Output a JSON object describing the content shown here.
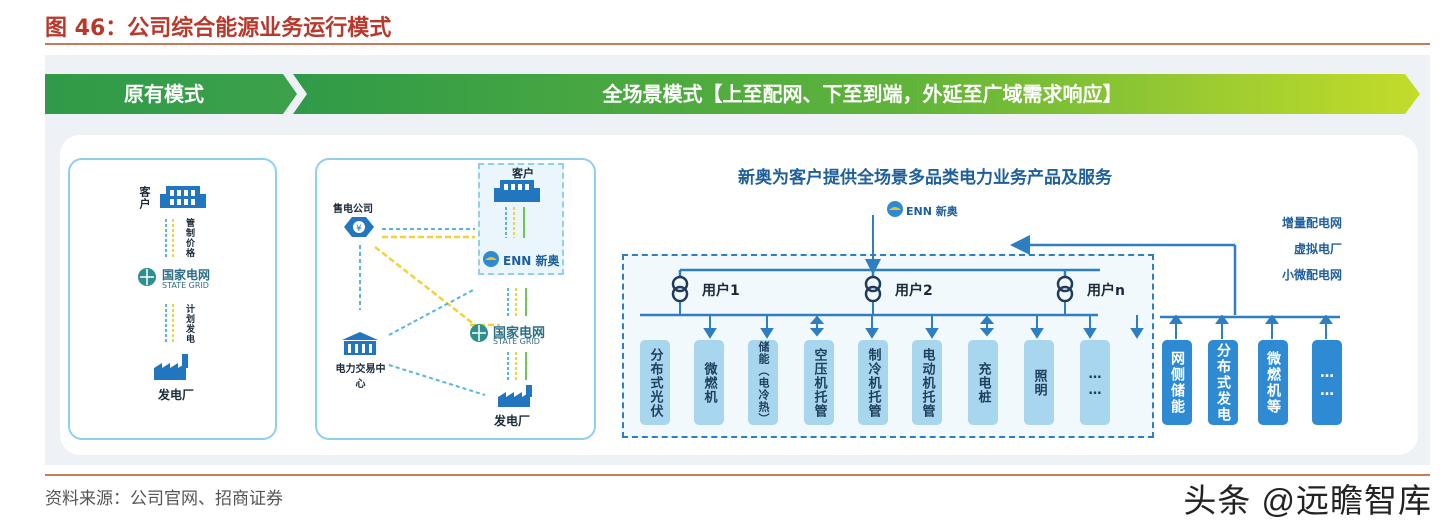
{
  "figure": {
    "title": "图 46：公司综合能源业务运行模式",
    "source": "资料来源：公司官网、招商证券",
    "watermark": "头条 @远瞻智库"
  },
  "banner": {
    "left_label": "原有模式",
    "right_label": "全场景模式【上至配网、下至到端，外延至广域需求响应】"
  },
  "original_mode": {
    "customer": "客户",
    "tariff": "管制价格",
    "grid_cn": "国家电网",
    "grid_en": "STATE GRID",
    "plan": "计划发电",
    "plant": "发电厂"
  },
  "market_mode": {
    "retailer": "售电公司",
    "customer": "客户",
    "enn": "ENN 新奥",
    "exchange": "电力交易中心",
    "grid_cn": "国家电网",
    "grid_en": "STATE GRID",
    "plant": "发电厂"
  },
  "full_scene": {
    "heading": "新奥为客户提供全场景多品类电力业务产品及服务",
    "enn": "ENN 新奥",
    "users": [
      "用户1",
      "用户2",
      "用户n"
    ],
    "loads": [
      "分布式光伏",
      "微燃机",
      "储能（电冷热）",
      "空压机托管",
      "制冷机托管",
      "电动机托管",
      "充电桩",
      "照明",
      "……"
    ],
    "grid_side_labels": [
      "增量配电网",
      "虚拟电厂",
      "小微配电网"
    ],
    "grid_side_items": [
      "网侧储能",
      "分布式发电",
      "微燃机等",
      "……"
    ]
  },
  "colors": {
    "title_red": "#b8382b",
    "banner_dark_green": "#2f9a48",
    "banner_light_green": "#b8d82a",
    "arrow_blue": "#2e7ec2",
    "pill_light": "#a9d6ef",
    "pill_dark": "#2e8bd3"
  }
}
